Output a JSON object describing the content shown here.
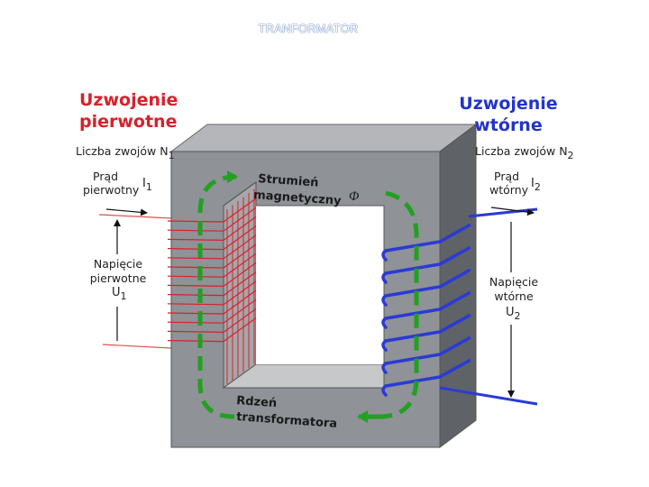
{
  "title": "TRANFORMATOR",
  "colors": {
    "primary": "#d9202a",
    "secondary": "#2233cc",
    "flux": "#22a022",
    "core_face": "#8f9296",
    "core_side": "#5f6266",
    "core_top": "#b4b6b9"
  },
  "labels": {
    "primary_heading_1": "Uzwojenie",
    "primary_heading_2": "pierwotne",
    "secondary_heading_1": "Uzwojenie",
    "secondary_heading_2": "wtórne",
    "turns_primary": "Liczba zwojów N",
    "turns_primary_sub": "1",
    "turns_secondary": "Liczba zwojów N",
    "turns_secondary_sub": "2",
    "current_primary_1": "Prąd",
    "current_primary_2": "pierwotny",
    "current_primary_symbol": "I",
    "current_primary_sub": "1",
    "current_secondary_1": "Prąd",
    "current_secondary_2": "wtórny",
    "current_secondary_symbol": "I",
    "current_secondary_sub": "2",
    "voltage_primary_1": "Napięcie",
    "voltage_primary_2": "pierwotne",
    "voltage_primary_symbol": "U",
    "voltage_primary_sub": "1",
    "voltage_secondary_1": "Napięcie",
    "voltage_secondary_2": "wtórne",
    "voltage_secondary_symbol": "U",
    "voltage_secondary_sub": "2",
    "flux_1": "Strumień",
    "flux_2": "magnetyczny",
    "flux_symbol": "Φ",
    "core_1": "Rdzeń",
    "core_2": "transformatora"
  }
}
